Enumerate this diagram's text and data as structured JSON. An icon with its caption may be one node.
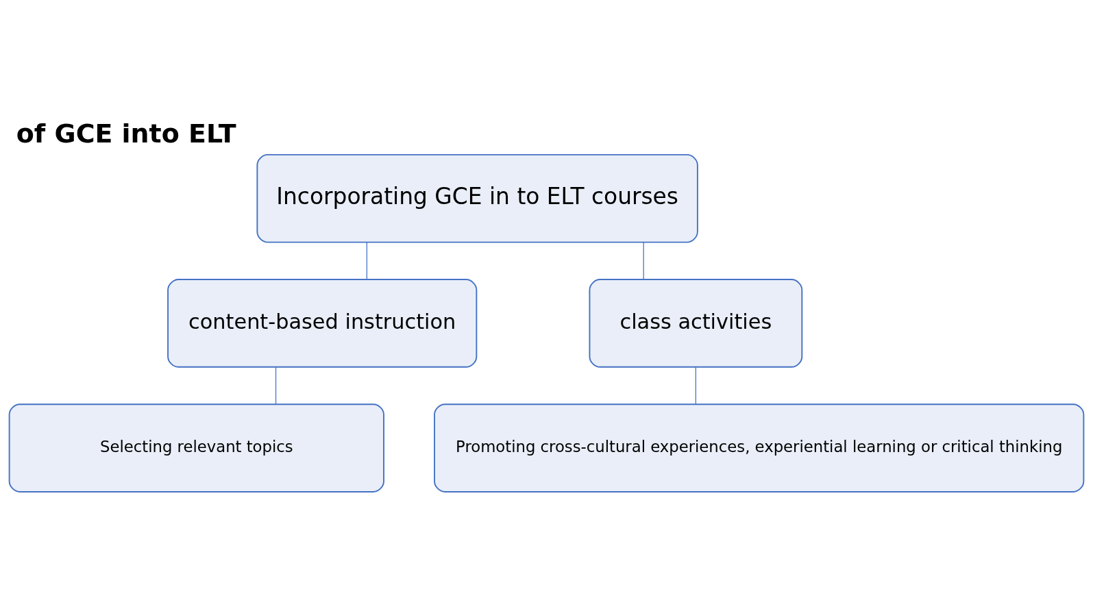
{
  "diagram": {
    "title": "of GCE into ELT",
    "nodes": [
      {
        "text": [
          "Incorporating GCE in to ELT courses"
        ]
      },
      {
        "text": [
          "content-based instruction"
        ]
      },
      {
        "text": [
          "class activities"
        ]
      },
      {
        "text": [
          "Selecting relevant topics"
        ]
      },
      {
        "text": [
          "Promoting cross-cultural experiences, experiential learning or critical thinking"
        ]
      }
    ],
    "edges": [
      {
        "from": 0,
        "to": 1,
        "arrow": "none"
      },
      {
        "from": 0,
        "to": 2,
        "arrow": "none"
      },
      {
        "from": 1,
        "to": 3,
        "arrow": "none"
      },
      {
        "from": 2,
        "to": 4,
        "arrow": "none"
      }
    ]
  }
}
